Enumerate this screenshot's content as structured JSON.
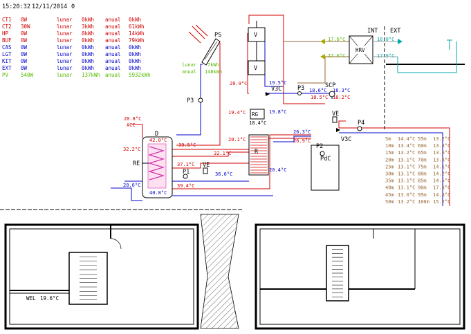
{
  "header": {
    "time": "15:20:32",
    "date": "12/11/2014",
    "counter": "0"
  },
  "energy_table": [
    {
      "name": "CT1",
      "power": "0W",
      "lunar_label": "lunar",
      "lunar": "0kWh",
      "anual_label": "anual",
      "anual": "0kWh",
      "color": "#d00000"
    },
    {
      "name": "CT2",
      "power": "30W",
      "lunar_label": "lunar",
      "lunar": "3kWh",
      "anual_label": "anual",
      "anual": "61kWh",
      "color": "#d00000"
    },
    {
      "name": "HP",
      "power": "0W",
      "lunar_label": "lunar",
      "lunar": "0kWh",
      "anual_label": "anual",
      "anual": "14kWh",
      "color": "#d00000"
    },
    {
      "name": "BUF",
      "power": "0W",
      "lunar_label": "lunar",
      "lunar": "0kWh",
      "anual_label": "anual",
      "anual": "79kWh",
      "color": "#d00000"
    },
    {
      "name": "CAS",
      "power": "0W",
      "lunar_label": "lunar",
      "lunar": "0kWh",
      "anual_label": "anual",
      "anual": "0kWh",
      "color": "#0000cc"
    },
    {
      "name": "LGT",
      "power": "0W",
      "lunar_label": "lunar",
      "lunar": "0kWh",
      "anual_label": "anual",
      "anual": "0kWh",
      "color": "#0000cc"
    },
    {
      "name": "KIT",
      "power": "0W",
      "lunar_label": "lunar",
      "lunar": "0kWh",
      "anual_label": "anual",
      "anual": "0kWh",
      "color": "#0000cc"
    },
    {
      "name": "EXT",
      "power": "0W",
      "lunar_label": "lunar",
      "lunar": "0kWh",
      "anual_label": "anual",
      "anual": "0kWh",
      "color": "#0000cc"
    },
    {
      "name": "PV",
      "power": "540W",
      "lunar_label": "lunar",
      "lunar": "137kWh",
      "anual_label": "anual",
      "anual": "5932kWh",
      "color": "#55bb00"
    }
  ],
  "solar_panel": {
    "label": "PS",
    "lunar": "lunar",
    "lunar_val": "7kWh",
    "anual": "anual",
    "anual_val": "148kWh"
  },
  "labels": {
    "P3_left": "P3",
    "V_top": "V",
    "V_mid": "V",
    "V3C_top": "V3C",
    "P3_mid": "P3",
    "SCP": "SCP",
    "RG": "RG",
    "R": "R",
    "ACC": "ACC",
    "D": "D",
    "RE": "RE",
    "P1": "P1",
    "VE_left": "VE",
    "VE_right": "VE",
    "P2": "P2",
    "PdC": "PdC",
    "P4": "P4",
    "V3C_right": "V3C",
    "HRV": "HRV",
    "INT": "INT",
    "EXT": "EXT"
  },
  "temps": {
    "t_209": "20.9°C",
    "t_195": "19.5°C",
    "t_186": "18.6°C",
    "t_183": "18.3°C",
    "t_185": "18.5°C",
    "t_182": "18.2°C",
    "t_194": "19.4°C",
    "t_198": "19.8°C",
    "t_184": "18.4°C",
    "t_201": "20.1°C",
    "t_263": "26.3°C",
    "t_269": "26.9°C",
    "t_208": "20.8°C",
    "t_322": "32.2°C",
    "t_420": "42.0°C",
    "t_395": "39.5°C",
    "t_321": "32.1°C",
    "t_371": "37.1°C",
    "t_366": "36.6°C",
    "t_204": "20.4°C",
    "t_206": "20.6°C",
    "t_394": "39.4°C",
    "t_408": "40.8°C",
    "hrv_176a": "17.6°C",
    "hrv_160": "16.0°C",
    "hrv_176b": "17.6°C",
    "hrv_179": "17.9°C"
  },
  "ground_probes": {
    "left": [
      {
        "depth": "5m",
        "temp": "14.4°C"
      },
      {
        "depth": "10m",
        "temp": "13.4°C"
      },
      {
        "depth": "15m",
        "temp": "13.2°C"
      },
      {
        "depth": "20m",
        "temp": "13.1°C"
      },
      {
        "depth": "25m",
        "temp": "13.1°C"
      },
      {
        "depth": "30m",
        "temp": "13.1°C"
      },
      {
        "depth": "35m",
        "temp": "13.1°C"
      },
      {
        "depth": "40m",
        "temp": "13.1°C"
      },
      {
        "depth": "45m",
        "temp": "13.0°C"
      },
      {
        "depth": "50m",
        "temp": "13.2°C"
      }
    ],
    "right": [
      {
        "depth": "55m",
        "temp": "13.2°C"
      },
      {
        "depth": "60m",
        "temp": "13.3°C"
      },
      {
        "depth": "65m",
        "temp": "13.6°C"
      },
      {
        "depth": "70m",
        "temp": "13.8°C"
      },
      {
        "depth": "75m",
        "temp": "14.1°C"
      },
      {
        "depth": "80m",
        "temp": "14.2°C"
      },
      {
        "depth": "85m",
        "temp": "14.5°C"
      },
      {
        "depth": "90m",
        "temp": "17.8°C"
      },
      {
        "depth": "95m",
        "temp": "14.8°C"
      },
      {
        "depth": "100m",
        "temp": "15.2°C"
      }
    ]
  },
  "floorplan": {
    "room_label": "WEL",
    "room_temp": "19.6°C"
  },
  "colors": {
    "hot": "#d00000",
    "cold": "#0000cc",
    "pv": "#55bb00",
    "ground": "#996633",
    "wall": "#000000"
  }
}
